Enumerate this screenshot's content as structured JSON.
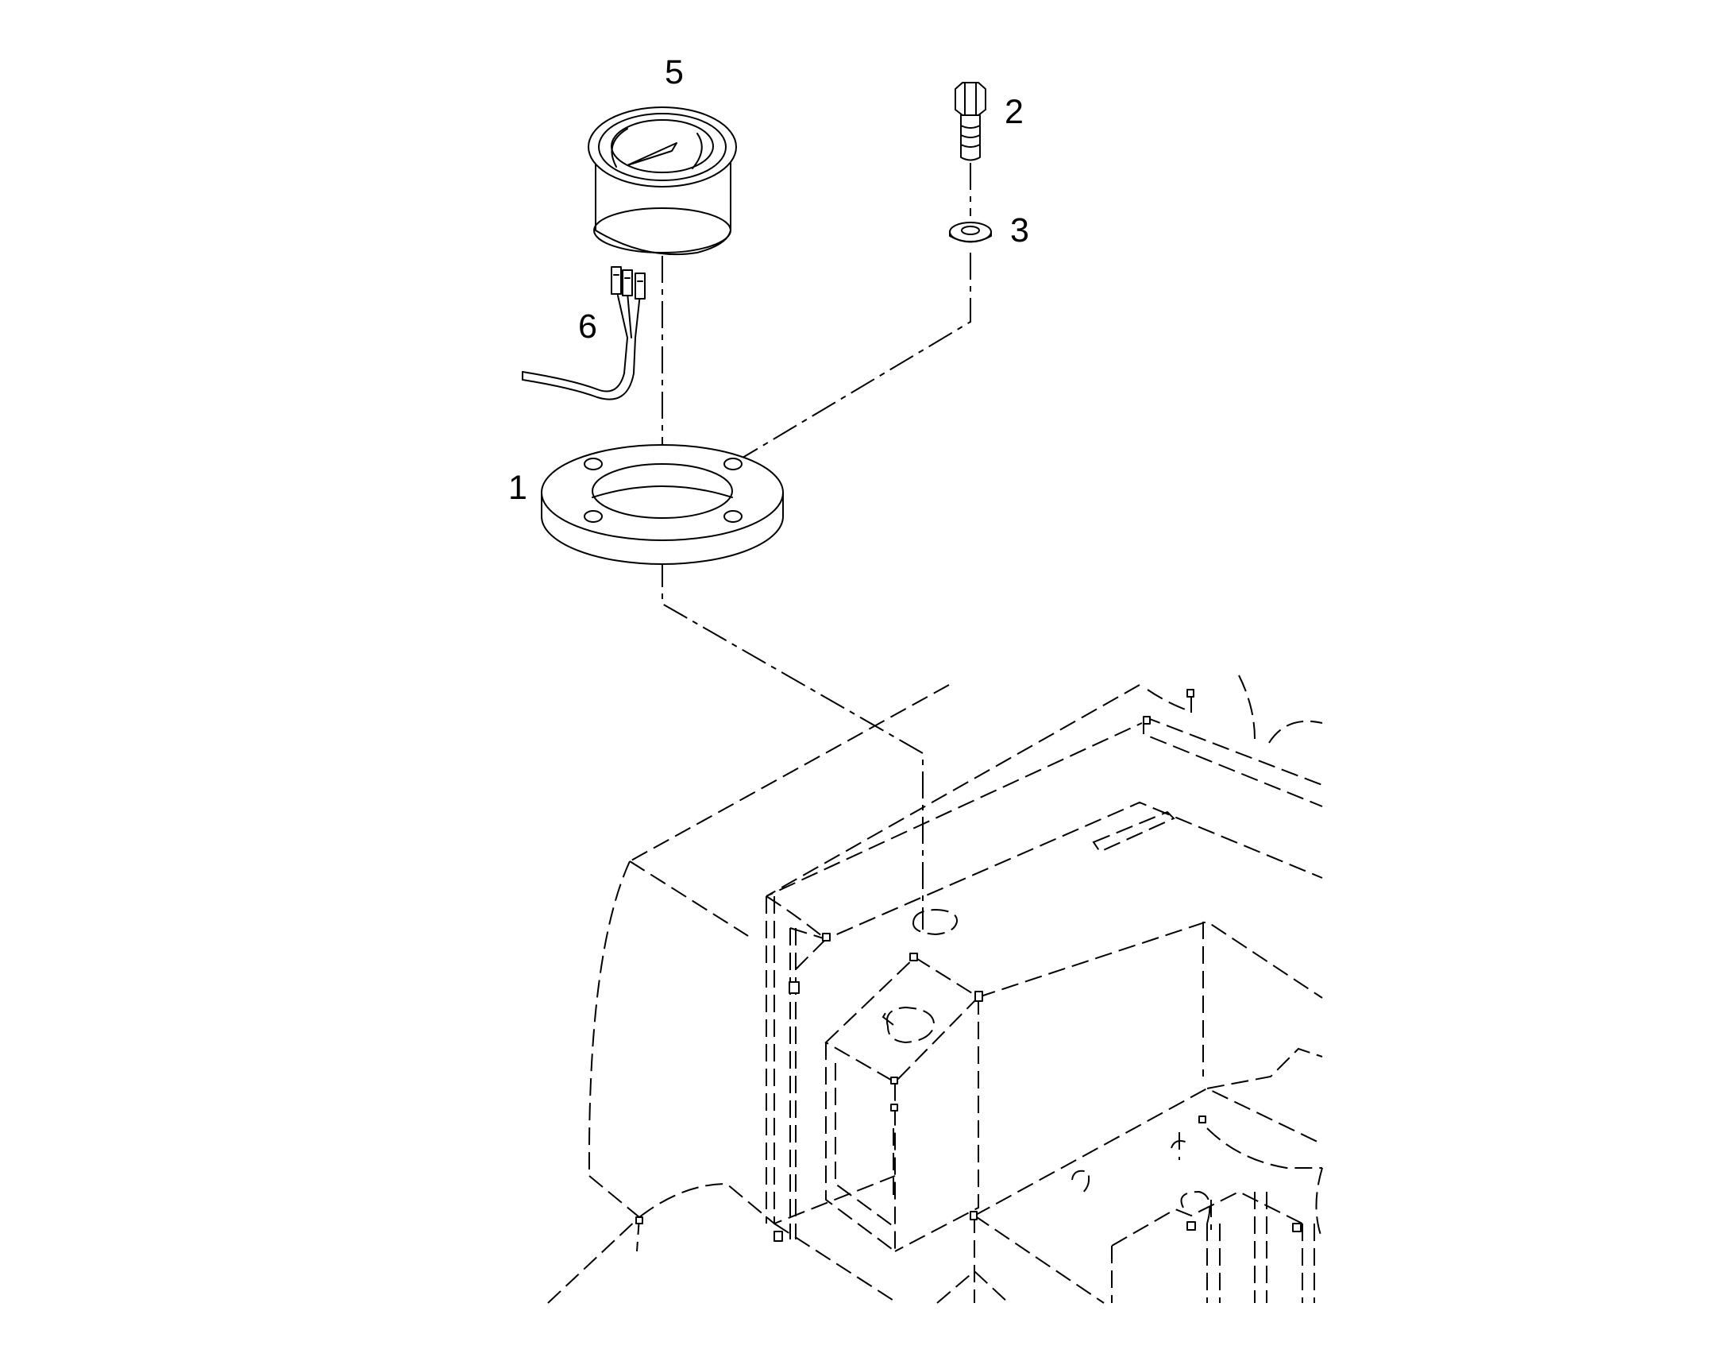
{
  "callouts": {
    "gauge": "5",
    "bolt": "2",
    "washer": "3",
    "harness": "6",
    "flange": "1"
  },
  "colors": {
    "line": "#000000",
    "background": "#ffffff"
  }
}
